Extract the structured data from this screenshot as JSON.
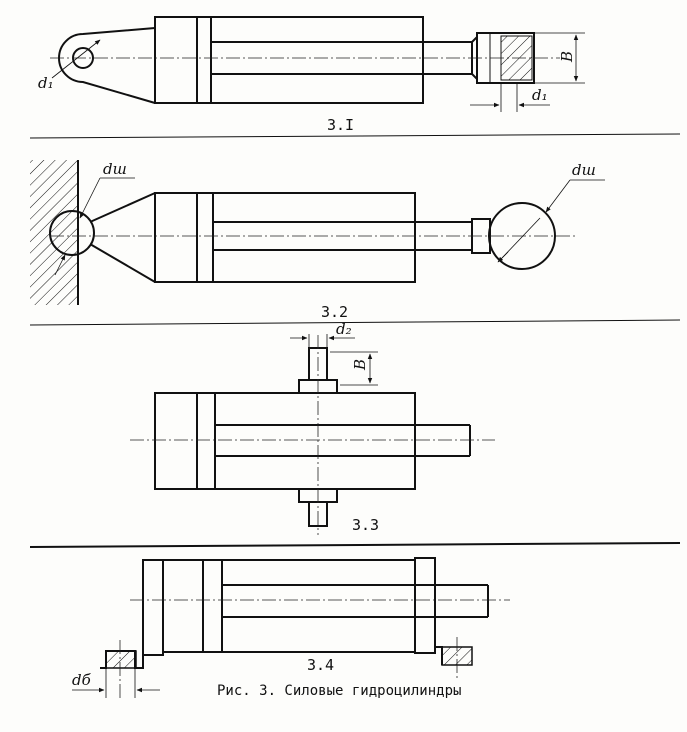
{
  "figures": [
    {
      "id": "3.1",
      "label": "3.I",
      "symbols": [
        "d₁",
        "d₁",
        "B"
      ]
    },
    {
      "id": "3.2",
      "label": "3.2",
      "symbols": [
        "dш",
        "dш"
      ]
    },
    {
      "id": "3.3",
      "label": "3.3",
      "symbols": [
        "d₂",
        "B"
      ]
    },
    {
      "id": "3.4",
      "label": "3.4",
      "symbols": [
        "dб"
      ]
    }
  ],
  "caption": "Рис. 3. Силовые гидроцилиндры",
  "colors": {
    "ink": "#111111",
    "paper": "#fdfdfb"
  }
}
